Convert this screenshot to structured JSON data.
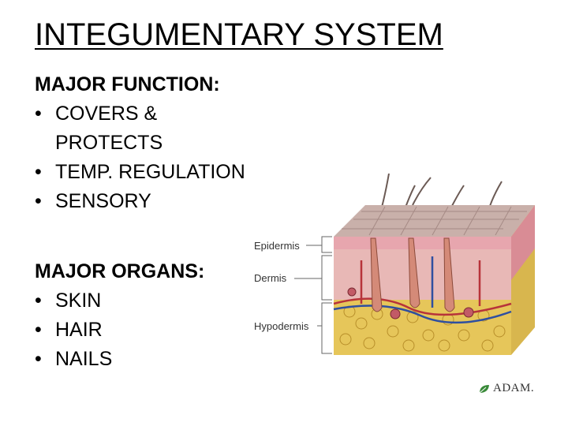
{
  "title": "INTEGUMENTARY SYSTEM",
  "functions": {
    "heading": "MAJOR FUNCTION:",
    "items": [
      "COVERS & PROTECTS",
      "TEMP. REGULATION",
      "SENSORY"
    ]
  },
  "organs": {
    "heading": "MAJOR ORGANS:",
    "items": [
      "SKIN",
      "HAIR",
      "NAILS"
    ]
  },
  "diagram": {
    "labels": {
      "epidermis": "Epidermis",
      "dermis": "Dermis",
      "hypodermis": "Hypodermis"
    }
  },
  "logo": {
    "text": "ADAM."
  }
}
